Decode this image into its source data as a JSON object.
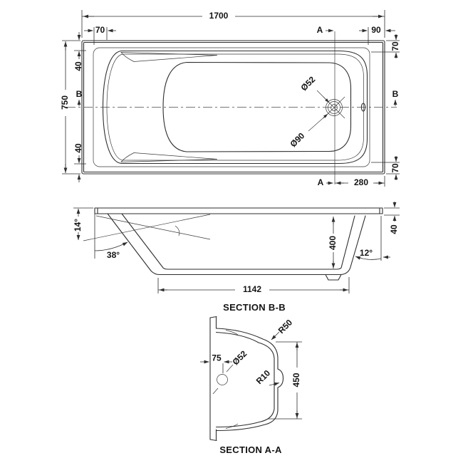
{
  "labels": {
    "plan": {
      "overall_length": "1700",
      "end_inset_left": "70",
      "end_inset_right": "90",
      "overall_width": "750",
      "side_inset_top": "40",
      "side_inset_bottom": "40",
      "corner_inset_top": "70",
      "corner_inset_bottom": "70",
      "waste_small_dia": "Ø52",
      "waste_large_dia": "Ø90",
      "waste_from_end": "280",
      "section_a_marker": "A",
      "section_b_marker": "B"
    },
    "section_bb": {
      "title": "SECTION B-B",
      "rim_slope_angle": "14°",
      "backrest_angle": "38°",
      "foot_angle": "12°",
      "internal_depth": "400",
      "rim_height": "40",
      "base_length": "1142"
    },
    "section_aa": {
      "title": "SECTION A-A",
      "top_radius": "R50",
      "side_radius": "R10",
      "hole_offset": "75",
      "hole_dia": "Ø52",
      "internal_width": "450"
    }
  }
}
